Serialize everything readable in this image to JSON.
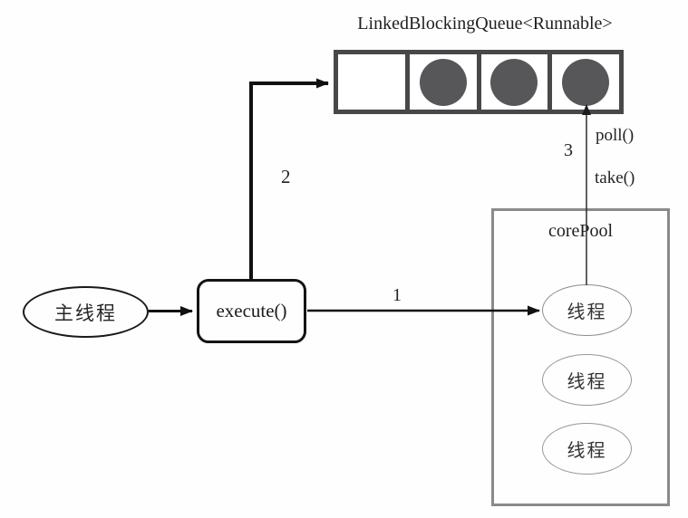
{
  "title": "LinkedBlockingQueue<Runnable>",
  "queue": {
    "cells": [
      {
        "filled": false
      },
      {
        "filled": true
      },
      {
        "filled": true
      },
      {
        "filled": true
      }
    ]
  },
  "nodes": {
    "main_thread": "主线程",
    "execute": "execute()",
    "core_pool_title": "corePool",
    "threads": [
      "线程",
      "线程",
      "线程"
    ]
  },
  "labels": {
    "step1": "1",
    "step2": "2",
    "step3": "3",
    "poll": "poll()",
    "take": "take()"
  },
  "colors": {
    "line": "#111111",
    "thin_line": "#2e2e2e",
    "queue_border": "#48484a",
    "task_fill": "#57575a",
    "pool_border": "#8a8a8a"
  }
}
